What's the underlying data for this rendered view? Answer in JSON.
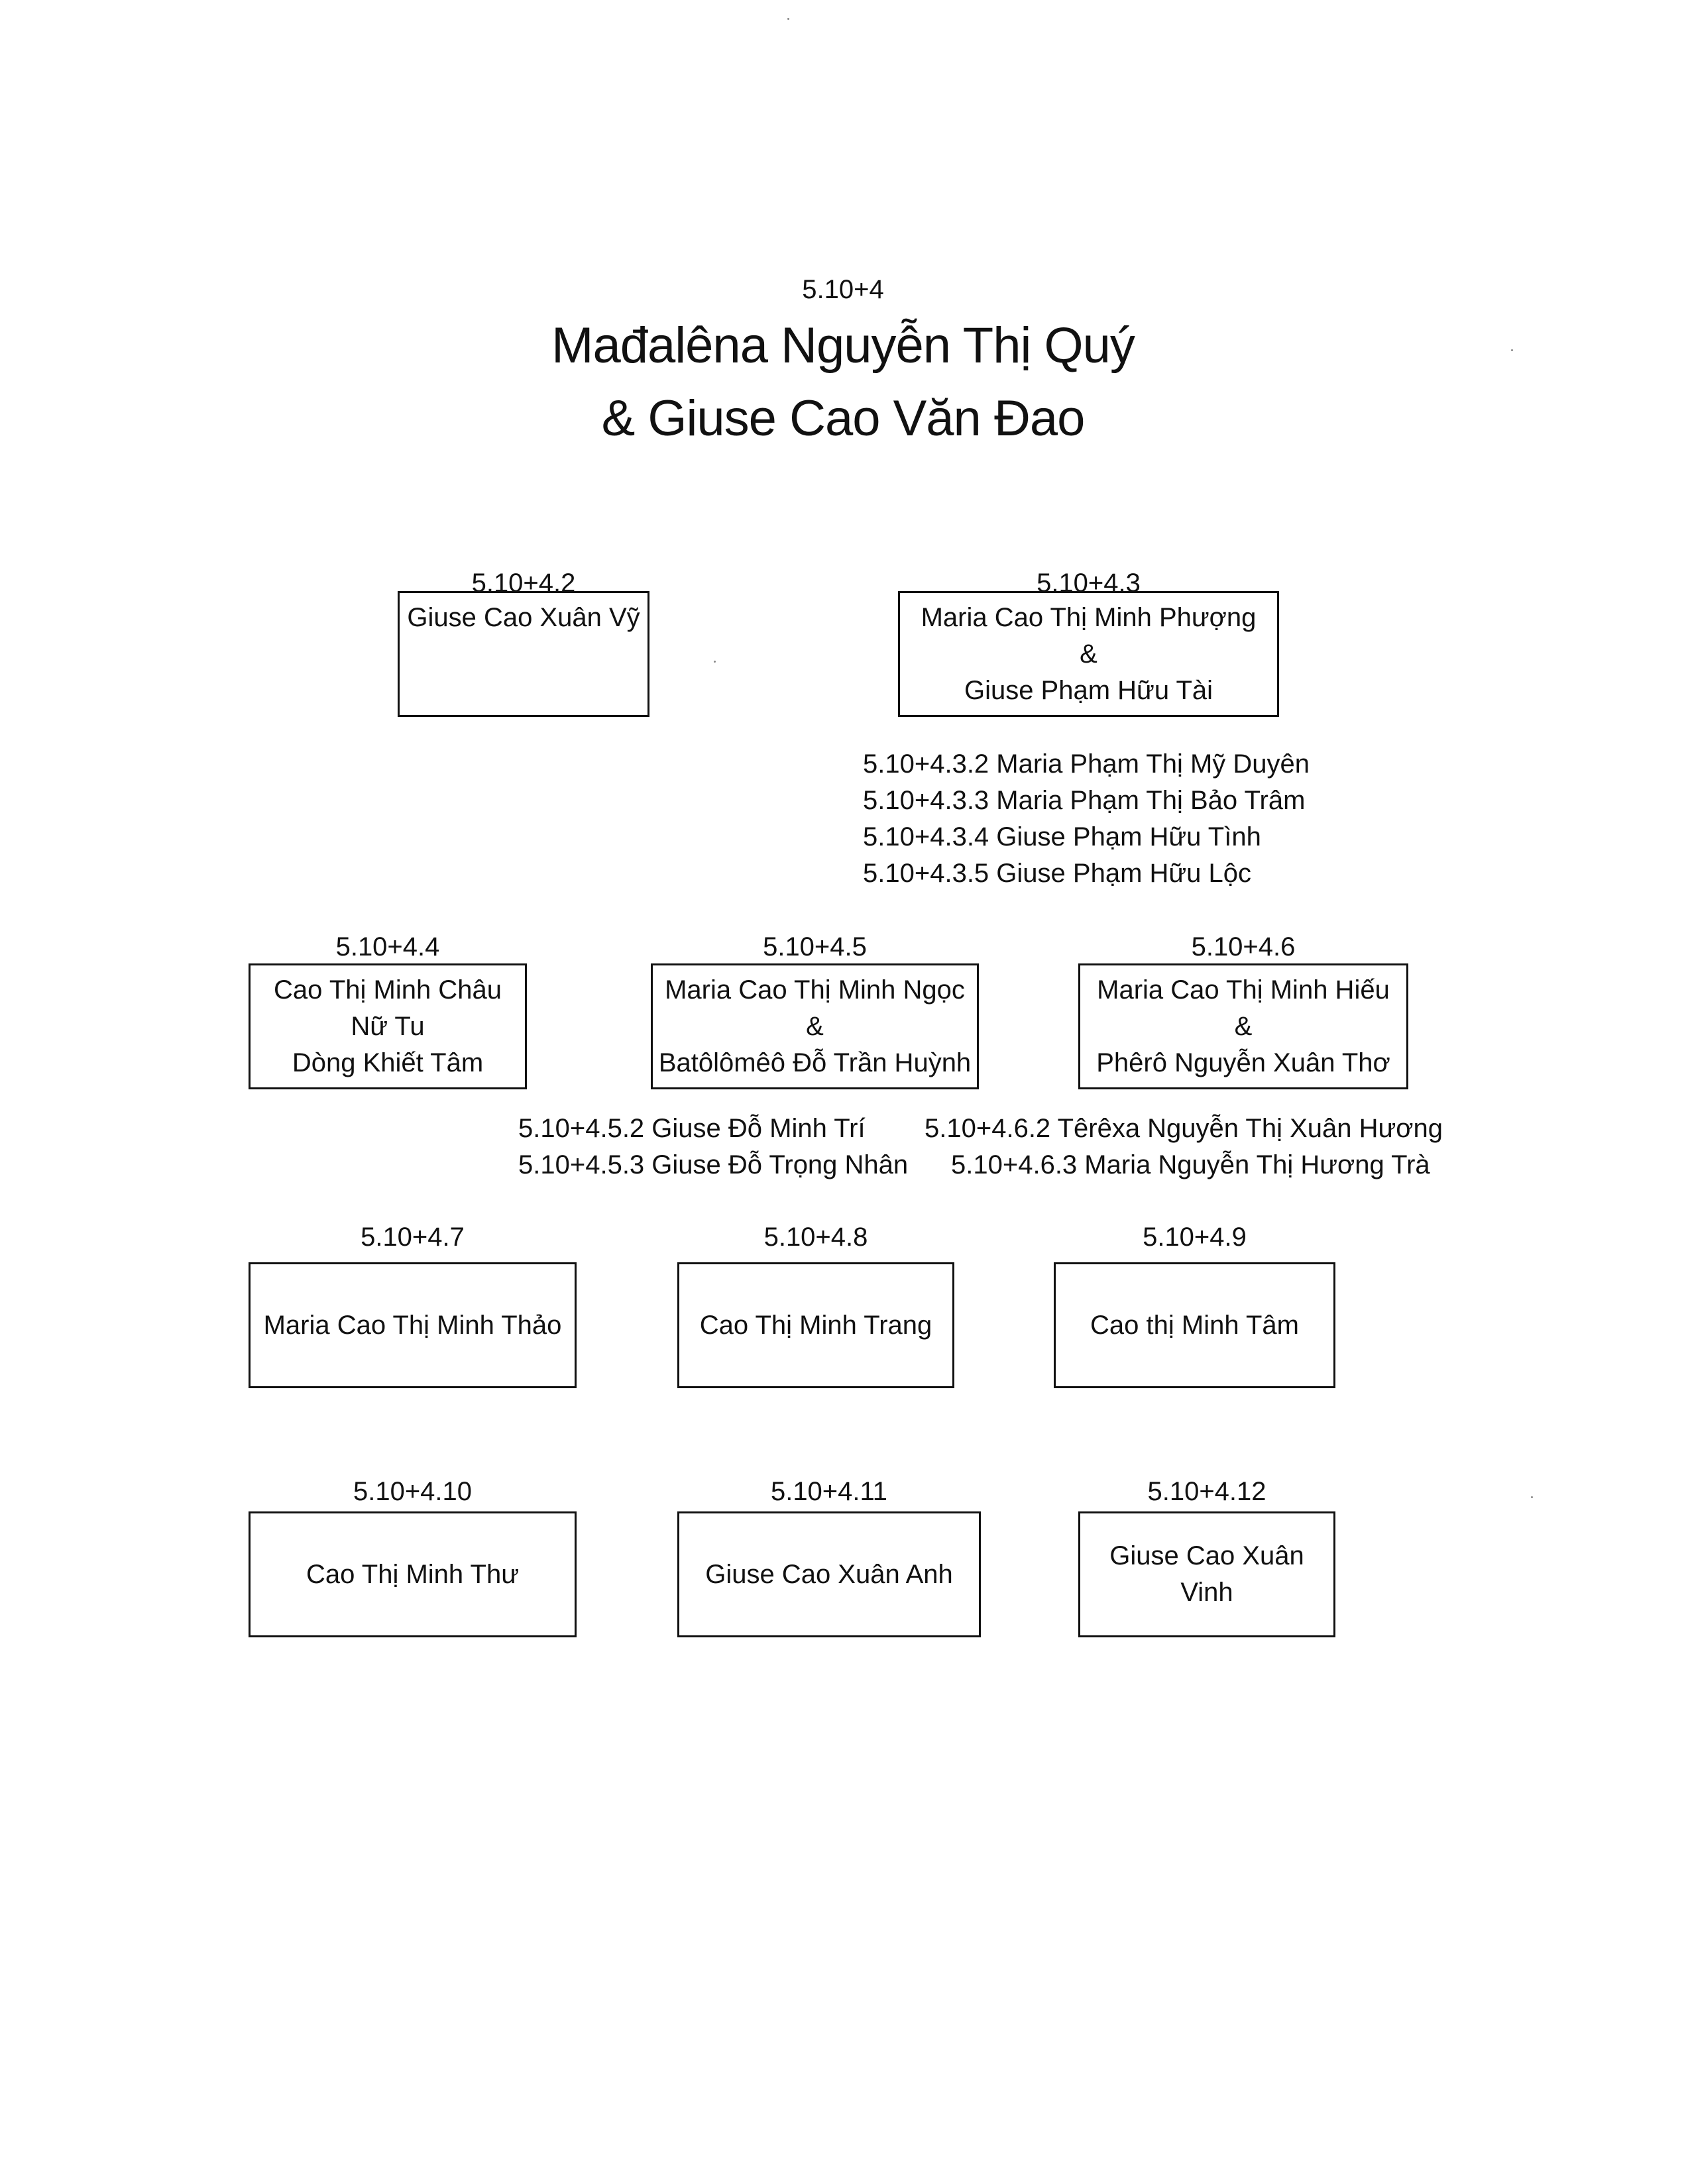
{
  "root": {
    "code": "5.10+4",
    "name_line1": "Mađalêna Nguyễn Thị Quý",
    "name_line2": "& Giuse Cao Văn Đao"
  },
  "children": [
    {
      "code": "5.10+4.2",
      "lines": [
        "Giuse Cao Xuân Vỹ"
      ]
    },
    {
      "code": "5.10+4.3",
      "lines": [
        "Maria Cao Thị Minh Phượng",
        "&",
        "Giuse Phạm Hữu Tài"
      ]
    },
    {
      "code": "5.10+4.4",
      "lines": [
        "Cao Thị Minh Châu",
        "Nữ Tu",
        "Dòng Khiết Tâm"
      ]
    },
    {
      "code": "5.10+4.5",
      "lines": [
        "Maria Cao Thị Minh Ngọc",
        "&",
        "Batôlômêô Đỗ Trần Huỳnh"
      ]
    },
    {
      "code": "5.10+4.6",
      "lines": [
        "Maria Cao Thị Minh Hiếu",
        "&",
        "Phêrô Nguyễn Xuân Thơ"
      ]
    },
    {
      "code": "5.10+4.7",
      "lines": [
        "Maria Cao Thị Minh Thảo"
      ]
    },
    {
      "code": "5.10+4.8",
      "lines": [
        "Cao Thị Minh Trang"
      ]
    },
    {
      "code": "5.10+4.9",
      "lines": [
        "Cao thị Minh Tâm"
      ]
    },
    {
      "code": "5.10+4.10",
      "lines": [
        "Cao Thị Minh Thư"
      ]
    },
    {
      "code": "5.10+4.11",
      "lines": [
        "Giuse Cao Xuân Anh"
      ]
    },
    {
      "code": "5.10+4.12",
      "lines": [
        "Giuse Cao Xuân Vinh"
      ]
    }
  ],
  "grandchildren": {
    "of_4_3": [
      "5.10+4.3.2 Maria Phạm Thị Mỹ Duyên",
      "5.10+4.3.3 Maria Phạm Thị Bảo Trâm",
      "5.10+4.3.4 Giuse Phạm Hữu Tình",
      "5.10+4.3.5 Giuse Phạm Hữu Lộc"
    ],
    "of_4_5": [
      "5.10+4.5.2 Giuse Đỗ Minh Trí",
      "5.10+4.5.3 Giuse Đỗ Trọng Nhân"
    ],
    "of_4_6": [
      "5.10+4.6.2 Têrêxa Nguyễn Thị Xuân Hương",
      "5.10+4.6.3 Maria Nguyễn Thị Hương Trà"
    ]
  }
}
